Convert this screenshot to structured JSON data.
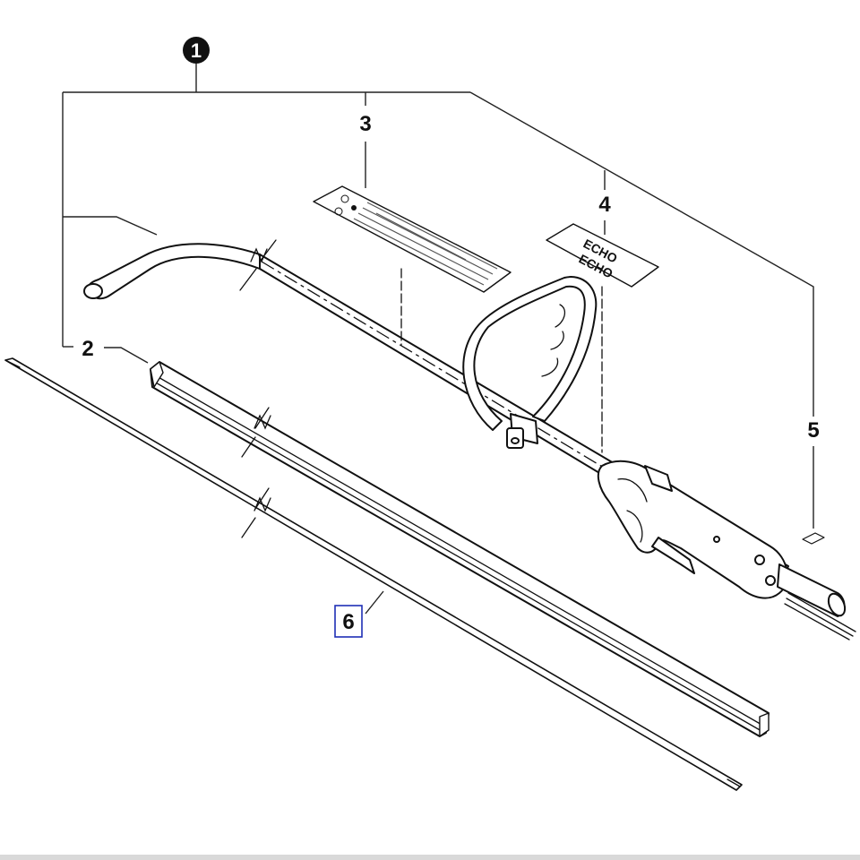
{
  "callouts": {
    "assembly": "1",
    "shaft_tube": "2",
    "warning_label": "3",
    "brand_label": "4",
    "small_label": "5",
    "drive_shaft": "6"
  },
  "labels": {
    "brand_text": "ECHO"
  },
  "colors": {
    "line": "#111111",
    "highlight_box": "#1e2fb5"
  }
}
